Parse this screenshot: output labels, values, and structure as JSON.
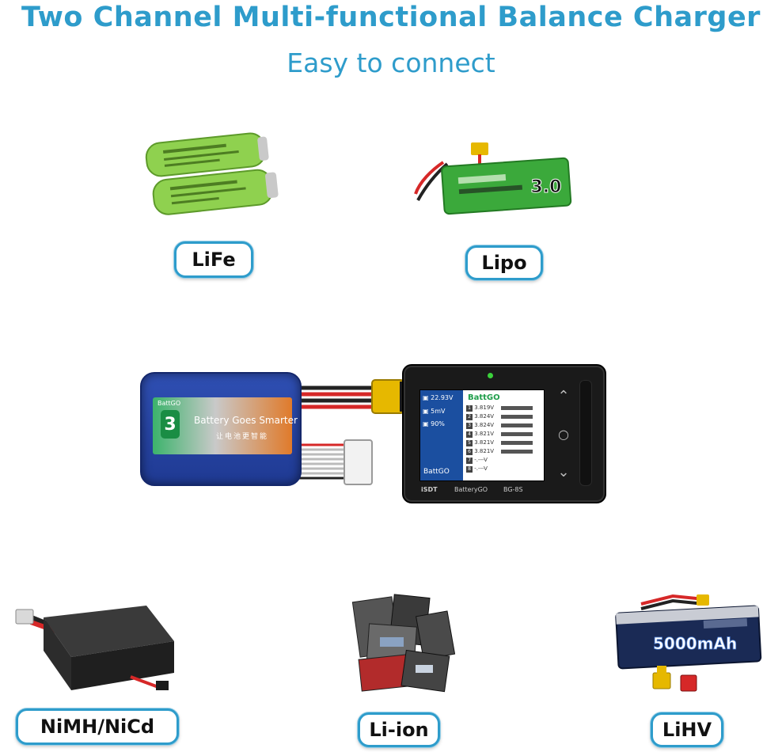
{
  "header": {
    "title": "Two Channel Multi-functional Balance Charger",
    "subtitle": "Easy to connect"
  },
  "colors": {
    "accent": "#2e9ccb",
    "screen_sidebar": "#1b4fa0",
    "screen_brand": "#1f9d4a",
    "device_body": "#1a1a1a",
    "module_body": "#1f3a93"
  },
  "battery_types": [
    {
      "label": "LiFe"
    },
    {
      "label": "Lipo"
    },
    {
      "label": "NiMH/NiCd"
    },
    {
      "label": "Li-ion"
    },
    {
      "label": "LiHV"
    }
  ],
  "battery_art": {
    "lipo_badge": "3.0",
    "lihv_capacity": "5000mAh"
  },
  "module": {
    "brand": "BattGO",
    "number": "3",
    "slogan": "Battery Goes Smarter",
    "slogan_cn": "让电池更智能"
  },
  "device": {
    "sidebar": {
      "voltage": "22.93V",
      "delta": "5mV",
      "capacity": "90%",
      "brand": "BattGO"
    },
    "screen_brand": "BattGO",
    "cells": [
      {
        "index": "1",
        "voltage": "3.819V"
      },
      {
        "index": "2",
        "voltage": "3.824V"
      },
      {
        "index": "3",
        "voltage": "3.824V"
      },
      {
        "index": "4",
        "voltage": "3.821V"
      },
      {
        "index": "5",
        "voltage": "3.821V"
      },
      {
        "index": "6",
        "voltage": "3.821V"
      },
      {
        "index": "7",
        "voltage": "-.---V"
      },
      {
        "index": "8",
        "voltage": "-.---V"
      }
    ],
    "footer": {
      "maker": "iSDT",
      "product": "BatteryGO",
      "model": "BG-8S"
    }
  }
}
